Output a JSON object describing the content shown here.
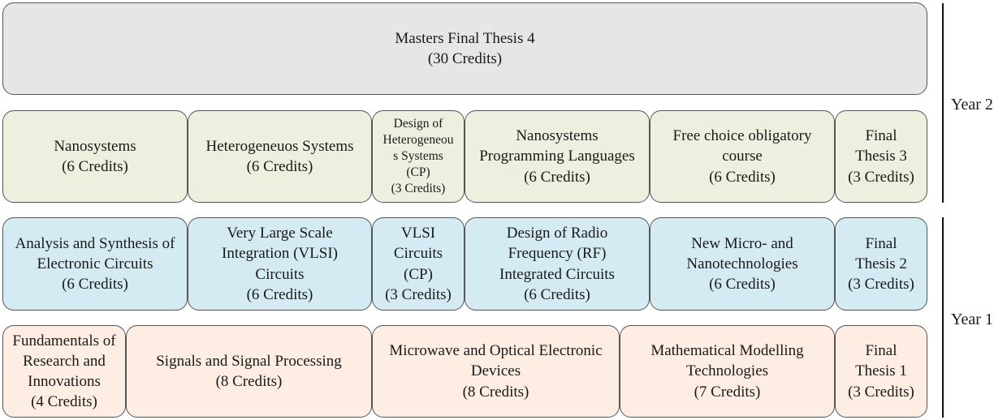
{
  "colors": {
    "thesis": "#e6e6e6",
    "year2": "#ebf1de",
    "year1_upper": "#d4ebf3",
    "year1_lower": "#fdede2",
    "border": "#555555"
  },
  "thesis_row": [
    {
      "text": "Masters Final Thesis 4\n(30 Credits)"
    }
  ],
  "year2_row": [
    {
      "text": "Nanosystems\n(6 Credits)"
    },
    {
      "text": "Heterogeneuos Systems\n(6 Credits)"
    },
    {
      "text": "Design of\nHeterogeneou\ns Systems\n(CP)\n(3 Credits)"
    },
    {
      "text": "Nanosystems\nProgramming Languages\n(6 Credits)"
    },
    {
      "text": "Free choice obligatory\ncourse\n(6 Credits)"
    },
    {
      "text": "Final\nThesis 3\n(3 Credits)"
    }
  ],
  "year1_upper_row": [
    {
      "text": "Analysis and Synthesis of\nElectronic Circuits\n(6 Credits)"
    },
    {
      "text": "Very Large Scale\nIntegration (VLSI)\nCircuits\n(6 Credits)"
    },
    {
      "text": "VLSI\nCircuits\n(CP)\n(3 Credits)"
    },
    {
      "text": "Design of Radio\nFrequency (RF)\nIntegrated Circuits\n(6 Credits)"
    },
    {
      "text": "New Micro- and\nNanotechnologies\n(6 Credits)"
    },
    {
      "text": "Final\nThesis 2\n(3 Credits)"
    }
  ],
  "year1_lower_row": [
    {
      "text": "Fundamentals of\nResearch and\nInnovations\n(4 Credits)"
    },
    {
      "text": "Signals and Signal Processing\n(8 Credits)"
    },
    {
      "text": "Microwave and Optical Electronic\nDevices\n(8 Credits)"
    },
    {
      "text": "Mathematical Modelling\nTechnologies\n(7 Credits)"
    },
    {
      "text": "Final\nThesis 1\n(3 Credits)"
    }
  ],
  "year_labels": {
    "year2": "Year 2",
    "year1": "Year 1"
  }
}
